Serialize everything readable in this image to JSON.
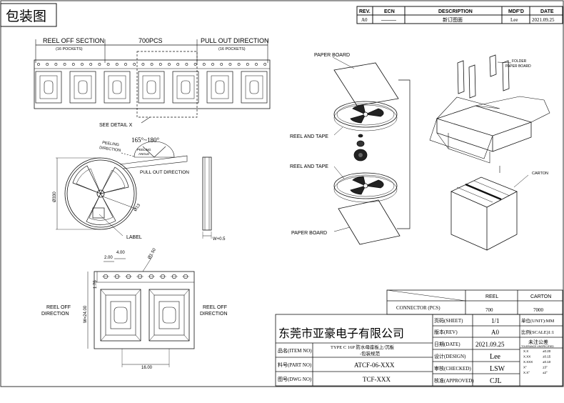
{
  "title": "包装图",
  "revision_table": {
    "headers": [
      "REV.",
      "ECN",
      "DESCRIPTION",
      "MDF'D",
      "DATE"
    ],
    "row": [
      "A0",
      "———",
      "新订图面",
      "Lee",
      "2021.09.25"
    ]
  },
  "reel_strip": {
    "reel_off_section": "REEL OFF SECTION",
    "reel_off_pockets": "(16 POCKETS)",
    "center_count": "700PCS",
    "pull_out_direction": "PULL OUT DIRECTION",
    "pull_out_pockets": "(16 POCKETS)",
    "see_detail": "SEE DETAIL X"
  },
  "reel_view": {
    "peeling_direction_1": "PEELING",
    "peeling_direction_2": "DIRECTION",
    "angle_range": "165°~180°",
    "peeling_angle_1": "PEELING",
    "peeling_angle_2": "ANGLE",
    "pull_out_direction": "PULL OUT DIRECTION",
    "diameter": "Ø330",
    "hub": "Ø13",
    "label": "LABEL",
    "width": "W+0.5"
  },
  "detail_view": {
    "dim_400": "4.00",
    "dim_200": "2.00",
    "dim_150": "Ø1.50",
    "dim_175": "1.75",
    "dim_w": "W=24.00",
    "dim_1600": "16.00",
    "reel_off_1": "REEL OFF",
    "reel_off_2": "DIRECTION",
    "reel_in_1": "REEL OFF",
    "reel_in_2": "DIRECTION"
  },
  "assembly": {
    "paper_board_top": "PAPER BOARD",
    "reel_and_tape_1": "REEL AND TAPE",
    "reel_and_tape_2": "REEL AND TAPE",
    "paper_board_bottom": "PAPER BOARD",
    "folder_1": "FOLDER",
    "folder_2": "PAPER BOARD",
    "carton": "CARTON"
  },
  "quantity_table": {
    "h_reel": "REEL",
    "h_carton": "CARTON",
    "row_label": "CONNECTOR (PCS)",
    "reel_qty": "700",
    "carton_qty": "7000"
  },
  "title_block": {
    "company": "东莞市亚豪电子有限公司",
    "sheet_label": "页码(SHEET)",
    "sheet_value": "1/1",
    "unit_label": "单位(UNIT):MM",
    "rev_label": "版本(REV)",
    "rev_value": "A0",
    "scale_label": "比例(SCALE)1:1",
    "item_label": "品名(ITEM NO)",
    "item_value_1": "TYPE C 16P 防水母座板上/沉板",
    "item_value_2": "-包装规范",
    "date_label": "日期(DATE)",
    "date_value": "2021.09.25",
    "tol_title": "未注公差",
    "tol_sub": "TOLERANCE UNSPECIFIED",
    "design_label": "设计(DESIGN)",
    "design_value": "Lee",
    "part_label": "料号(PART NO)",
    "part_value": "ATCF-06-XXX",
    "checked_label": "审核(CHECKED)",
    "checked_value": "LSW",
    "dwg_label": "图号(DWG NO)",
    "dwg_value": "TCF-XXX",
    "approved_label": "核准(APPROVED)",
    "approved_value": "CJL",
    "tol_rows": [
      [
        "X.X",
        "±0.20"
      ],
      [
        "X.XX",
        "±0.15"
      ],
      [
        "X.XXX",
        "±0.10"
      ],
      [
        "X°",
        "±3°"
      ],
      [
        "X.X°",
        "±2°"
      ]
    ]
  }
}
